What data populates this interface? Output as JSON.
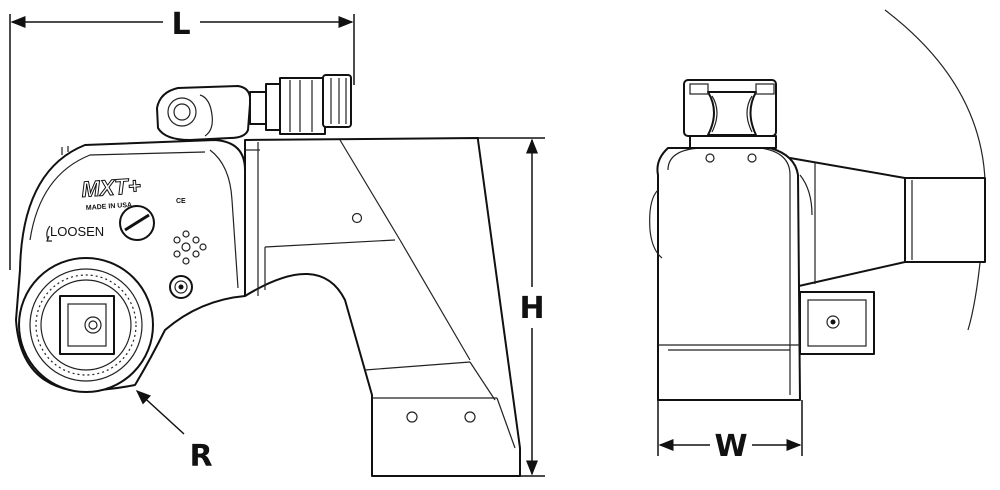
{
  "labels": {
    "length": "L",
    "height": "H",
    "width": "W",
    "radius": "R"
  },
  "tool": {
    "brand": "MXT+",
    "made_in": "MADE IN USA",
    "direction": "LOOSEN",
    "ce_mark": "CE"
  }
}
